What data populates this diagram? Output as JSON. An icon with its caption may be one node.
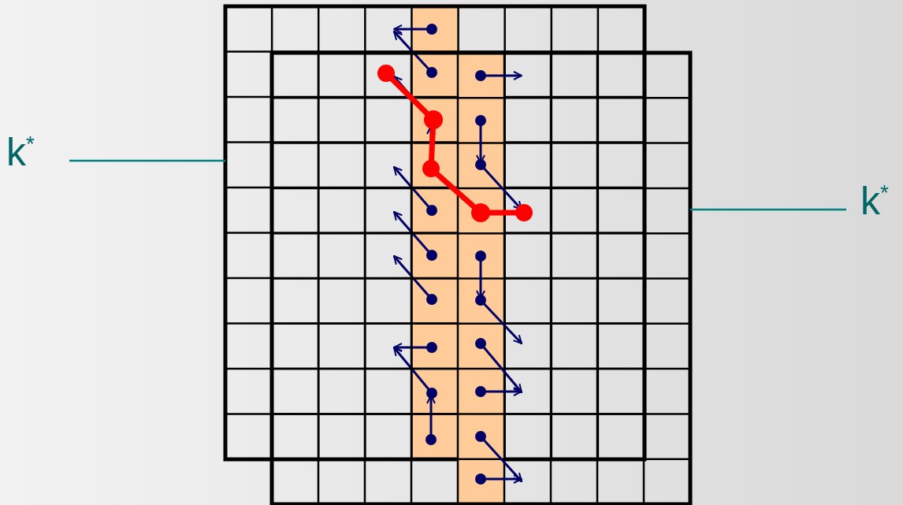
{
  "diagram": {
    "nodes": [
      {
        "text": [],
        "shape": "box"
      },
      {
        "text": [],
        "shape": "box"
      },
      {
        "text": [
          "k$^{*}$"
        ]
      },
      {
        "text": [
          "k$^{*}$"
        ]
      }
    ],
    "edges": [
      {
        "from": 2,
        "to": 0,
        "arrow": "none"
      },
      {
        "from": 3,
        "to": 1,
        "arrow": "none"
      }
    ]
  }
}
